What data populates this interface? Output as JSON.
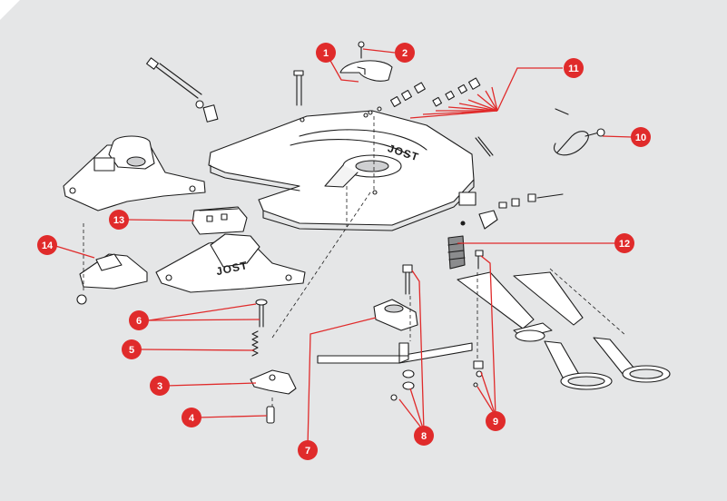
{
  "callouts": [
    "1",
    "2",
    "3",
    "4",
    "5",
    "6",
    "7",
    "8",
    "9",
    "10",
    "11",
    "12",
    "13",
    "14"
  ],
  "logo": "JOST",
  "colors": {
    "background": "#e5e6e7",
    "callout": "#e02b2b",
    "leader": "#e02b2b",
    "ink": "#1d1d1d",
    "paper": "#ffffff"
  }
}
